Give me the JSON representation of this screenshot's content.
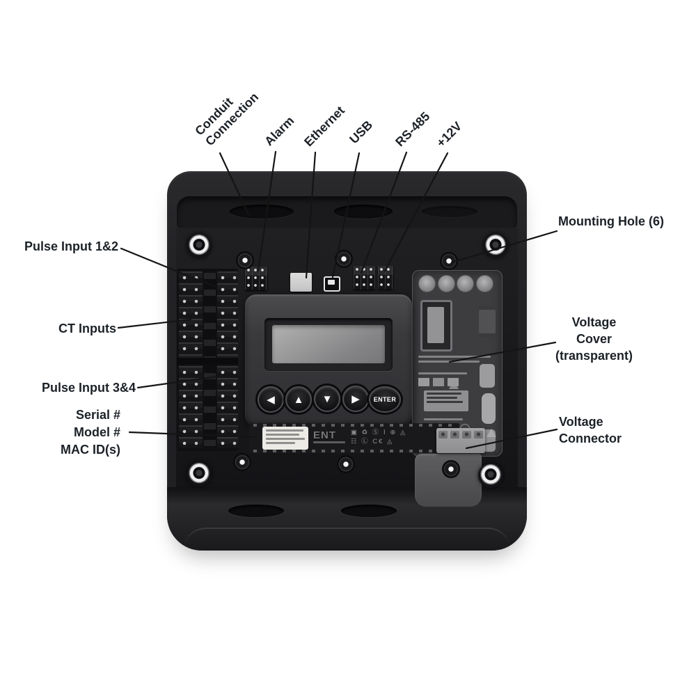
{
  "figure": {
    "type": "hardware-callout-diagram",
    "colors": {
      "background": "#ffffff",
      "label_text": "#1c2127",
      "leader_line": "#141414",
      "device_body": "#232326",
      "lcd_screen": "#9a9a9c",
      "serial_sticker": "#eceae5",
      "voltage_connector": "#9a9a9d"
    }
  },
  "callouts": {
    "conduit_connection": {
      "lines": [
        "Conduit",
        "Connection"
      ]
    },
    "alarm": {
      "label": "Alarm"
    },
    "ethernet": {
      "label": "Ethernet"
    },
    "usb": {
      "label": "USB"
    },
    "rs485": {
      "label": "RS-485"
    },
    "plus12v": {
      "label": "+12V"
    },
    "mounting_hole": {
      "label": "Mounting Hole (6)"
    },
    "pulse_input_12": {
      "label": "Pulse Input 1&2"
    },
    "ct_inputs": {
      "label": "CT Inputs"
    },
    "pulse_input_34": {
      "label": "Pulse Input 3&4"
    },
    "serial_block": {
      "lines": [
        "Serial #",
        "Model #",
        "MAC ID(s)"
      ]
    },
    "voltage_cover": {
      "lines": [
        "Voltage",
        "Cover",
        "(transparent)"
      ]
    },
    "voltage_connector": {
      "lines": [
        "Voltage",
        "Connector"
      ]
    }
  },
  "device": {
    "buttons": {
      "left": "◀",
      "up": "▲",
      "down": "▼",
      "right": "▶",
      "enter": "ENTER"
    },
    "pcb": {
      "logo": "ENT",
      "cert_marks_row1": "▣ ♻ Ⓢ Ⅰ ⊕ ◬",
      "cert_marks_row2": "☷ Ⓛ C€ ◬"
    }
  }
}
